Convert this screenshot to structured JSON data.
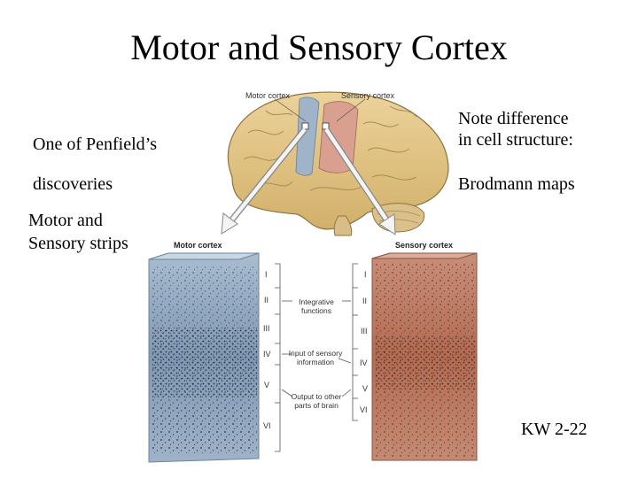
{
  "slide": {
    "title": "Motor and Sensory Cortex",
    "left_text": {
      "line1": "One of Penfield’s",
      "line2": "discoveries",
      "line3a": "Motor and",
      "line3b": "Sensory strips"
    },
    "right_text": {
      "line1a": "Note difference",
      "line1b": "in cell structure:",
      "line2": "Brodmann maps"
    },
    "footer": "KW 2-22"
  },
  "figure": {
    "top_labels": {
      "motor": "Motor cortex",
      "sensory": "Sensory cortex"
    },
    "block_labels": {
      "motor": "Motor cortex",
      "sensory": "Sensory cortex"
    },
    "motor_layers": [
      "I",
      "II",
      "III",
      "IV",
      "V",
      "VI"
    ],
    "sensory_layers": [
      "I",
      "II",
      "III",
      "IV",
      "V",
      "VI"
    ],
    "functions": {
      "integrative_a": "Integrative",
      "integrative_b": "functions",
      "input_a": "Input of sensory",
      "input_b": "information",
      "output_a": "Output to other",
      "output_b": "parts of brain"
    },
    "colors": {
      "motor_block": "#8aa3bf",
      "sensory_block": "#b7735a",
      "brain": "#e3c98a",
      "motor_strip": "#9fb3c9",
      "sensory_strip": "#d9a08f"
    }
  }
}
